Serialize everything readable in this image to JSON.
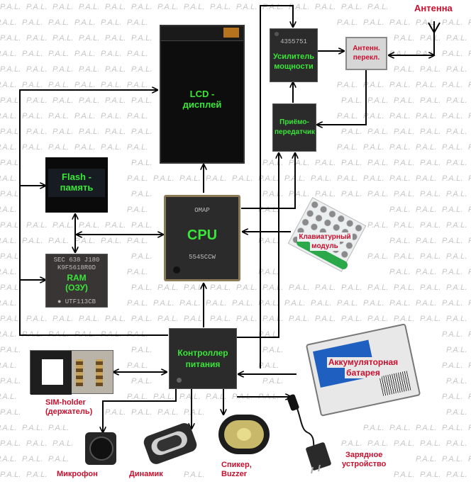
{
  "watermark": "P.A.L.",
  "colors": {
    "chip_label": "#39e639",
    "external_label": "#c8102e",
    "wire": "#000000",
    "chip_body": "#2b2b2b",
    "battery_blue": "#1f5fbf",
    "keypad_green": "#2aa84a"
  },
  "components": {
    "antenna_label": "Антенна",
    "power_amp": {
      "marking": "4355751",
      "label_line1": "Усилитель",
      "label_line2": "мощности"
    },
    "antenna_switch": {
      "label_line1": "Антенн.",
      "label_line2": "перекл."
    },
    "transceiver": {
      "label_line1": "Приёмо-",
      "label_line2": "передатчик"
    },
    "lcd": {
      "label_line1": "LCD -",
      "label_line2": "дисплей"
    },
    "flash": {
      "label_line1": "Flash -",
      "label_line2": "память"
    },
    "ram": {
      "marking_line1": "SEC 638 J180",
      "marking_line2": "K9F5618R0D",
      "marking_line3": "● UTF113CB",
      "label_line1": "RAM",
      "label_line2": "(ОЗУ)"
    },
    "cpu": {
      "marking_line1": "OMAP",
      "marking_line2": "5545CCW",
      "label": "CPU"
    },
    "keypad": {
      "label_line1": "Клавиатурный",
      "label_line2": "модуль"
    },
    "power_controller": {
      "label_line1": "Контроллер",
      "label_line2": "питания"
    },
    "battery": {
      "label_line1": "Аккумуляторная",
      "label_line2": "батарея"
    },
    "sim_holder": {
      "label_line1": "SIM-holder",
      "label_line2": "(держатель)"
    },
    "microphone": {
      "label": "Микрофон"
    },
    "speaker": {
      "label": "Динамик"
    },
    "buzzer": {
      "label_line1": "Спикер,",
      "label_line2": "Buzzer"
    },
    "charger": {
      "label_line1": "Зарядное",
      "label_line2": "устройство"
    }
  }
}
